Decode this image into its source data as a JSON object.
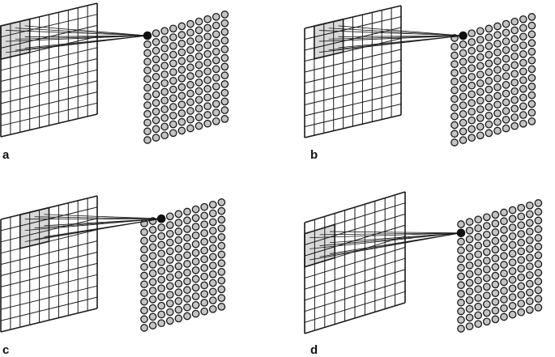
{
  "colors": {
    "line": "#1a1a1a",
    "receptive_field_fill": "#d9d9d9",
    "neuron_fill": "#c4c4c4",
    "active_neuron": "#111111",
    "background": "#ffffff"
  },
  "input_grid": {
    "rows": 10,
    "cols": 10
  },
  "output_layer": {
    "rows": 13,
    "cols": 10
  },
  "receptive_field": {
    "rows": 3,
    "cols": 3
  },
  "panels": [
    {
      "label": "a",
      "receptive_field_origin": {
        "row": 0,
        "col": 0
      },
      "active_neuron": {
        "row": 0,
        "col": 0
      }
    },
    {
      "label": "b",
      "receptive_field_origin": {
        "row": 0,
        "col": 1
      },
      "active_neuron": {
        "row": 0,
        "col": 1
      }
    },
    {
      "label": "c",
      "receptive_field_origin": {
        "row": 0,
        "col": 2
      },
      "active_neuron": {
        "row": 0,
        "col": 2
      }
    },
    {
      "label": "d",
      "receptive_field_origin": {
        "row": 1,
        "col": 0
      },
      "active_neuron": {
        "row": 1,
        "col": 0
      }
    }
  ]
}
